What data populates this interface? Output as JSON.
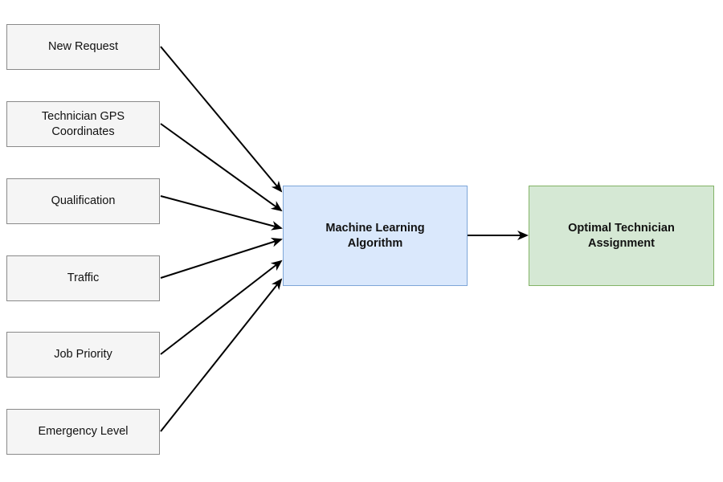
{
  "inputs": [
    {
      "id": "new-request",
      "label": "New Request"
    },
    {
      "id": "technician-gps-coordinates",
      "label": "Technician GPS Coordinates"
    },
    {
      "id": "qualification",
      "label": "Qualification"
    },
    {
      "id": "traffic",
      "label": "Traffic"
    },
    {
      "id": "job-priority",
      "label": "Job Priority"
    },
    {
      "id": "emergency-level",
      "label": "Emergency Level"
    }
  ],
  "process": {
    "label": "Machine Learning Algorithm"
  },
  "output": {
    "label": "Optimal Technician Assignment"
  },
  "colors": {
    "input_fill": "#f5f5f5",
    "input_stroke": "#8a8a8a",
    "process_fill": "#dae8fc",
    "process_stroke": "#7ea6d8",
    "output_fill": "#d5e8d4",
    "output_stroke": "#82b366",
    "edge": "#000000"
  }
}
